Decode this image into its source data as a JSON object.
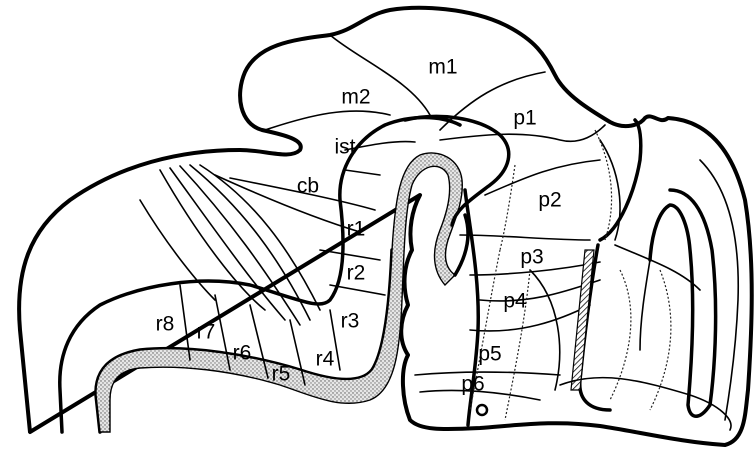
{
  "labels": {
    "m1": "m1",
    "m2": "m2",
    "ist": "ist",
    "cb": "cb",
    "p1": "p1",
    "p2": "p2",
    "p3": "p3",
    "p4": "p4",
    "p5": "p5",
    "p6": "p6",
    "r1": "r1",
    "r2": "r2",
    "r3": "r3",
    "r4": "r4",
    "r5": "r5",
    "r6": "r6",
    "r7": "r7",
    "r8": "r8"
  }
}
